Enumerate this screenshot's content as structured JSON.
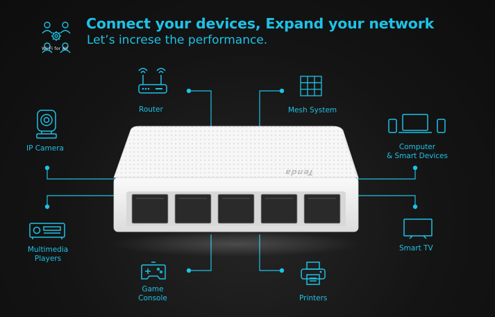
{
  "brand": {
    "logo_caption": "Wi-Fi for All"
  },
  "header": {
    "title": "Connect your devices, Expand your network",
    "subtitle": "Let’s increse the performance."
  },
  "product": {
    "brand_text": "Tenda"
  },
  "devices": {
    "router": {
      "label": "Router",
      "icon": "router-icon"
    },
    "mesh": {
      "label": "Mesh System",
      "icon": "grid-icon"
    },
    "ip_camera": {
      "label": "IP Camera",
      "icon": "camera-icon"
    },
    "computer": {
      "label_line1": "Computer",
      "label_line2": "& Smart Devices",
      "icon": "computer-icon"
    },
    "multimedia": {
      "label_line1": "Multimedia",
      "label_line2": "Players",
      "icon": "media-player-icon"
    },
    "smart_tv": {
      "label": "Smart TV",
      "icon": "tv-icon"
    },
    "game": {
      "label_line1": "Game",
      "label_line2": "Console",
      "icon": "gamepad-icon"
    },
    "printers": {
      "label": "Printers",
      "icon": "printer-icon"
    }
  },
  "colors": {
    "accent": "#1ec2e6",
    "background": "#141414",
    "switch_body": "#f4f4f4"
  }
}
